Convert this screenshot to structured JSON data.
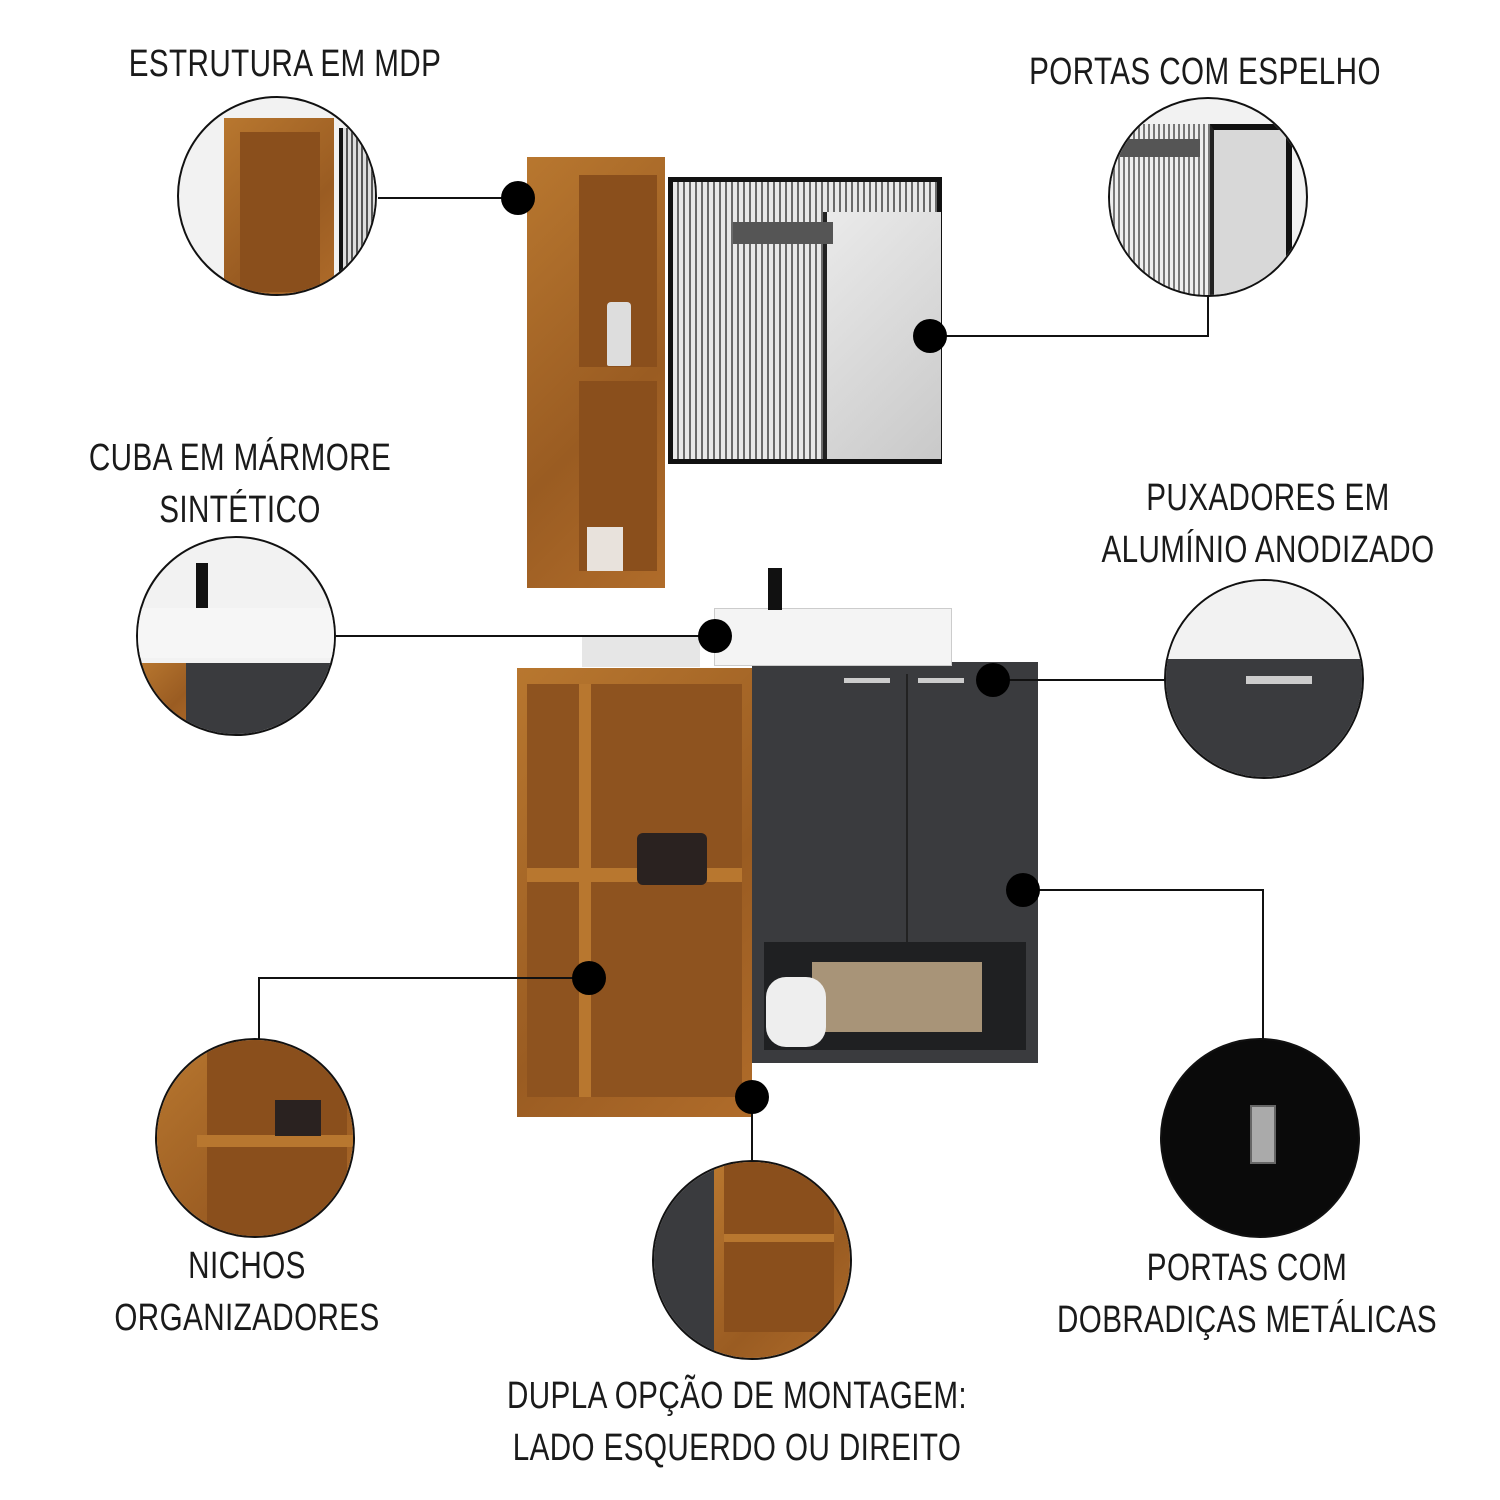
{
  "features": {
    "mdp": {
      "lines": [
        "ESTRUTURA EM MDP"
      ]
    },
    "mirror": {
      "lines": [
        "PORTAS COM ESPELHO"
      ]
    },
    "sink": {
      "lines": [
        "CUBA EM MÁRMORE",
        "SINTÉTICO"
      ]
    },
    "handles": {
      "lines": [
        "PUXADORES EM",
        "ALUMÍNIO ANODIZADO"
      ]
    },
    "niches": {
      "lines": [
        "NICHOS",
        "ORGANIZADORES"
      ]
    },
    "mounting": {
      "lines": [
        "DUPLA OPÇÃO DE MONTAGEM:",
        "LADO ESQUERDO OU DIREITO"
      ]
    },
    "hinges": {
      "lines": [
        "PORTAS COM",
        "DOBRADIÇAS METÁLICAS"
      ]
    }
  },
  "colors": {
    "wood": "#a8692e",
    "cabinet": "#3a3b3e",
    "frame": "#111111"
  }
}
